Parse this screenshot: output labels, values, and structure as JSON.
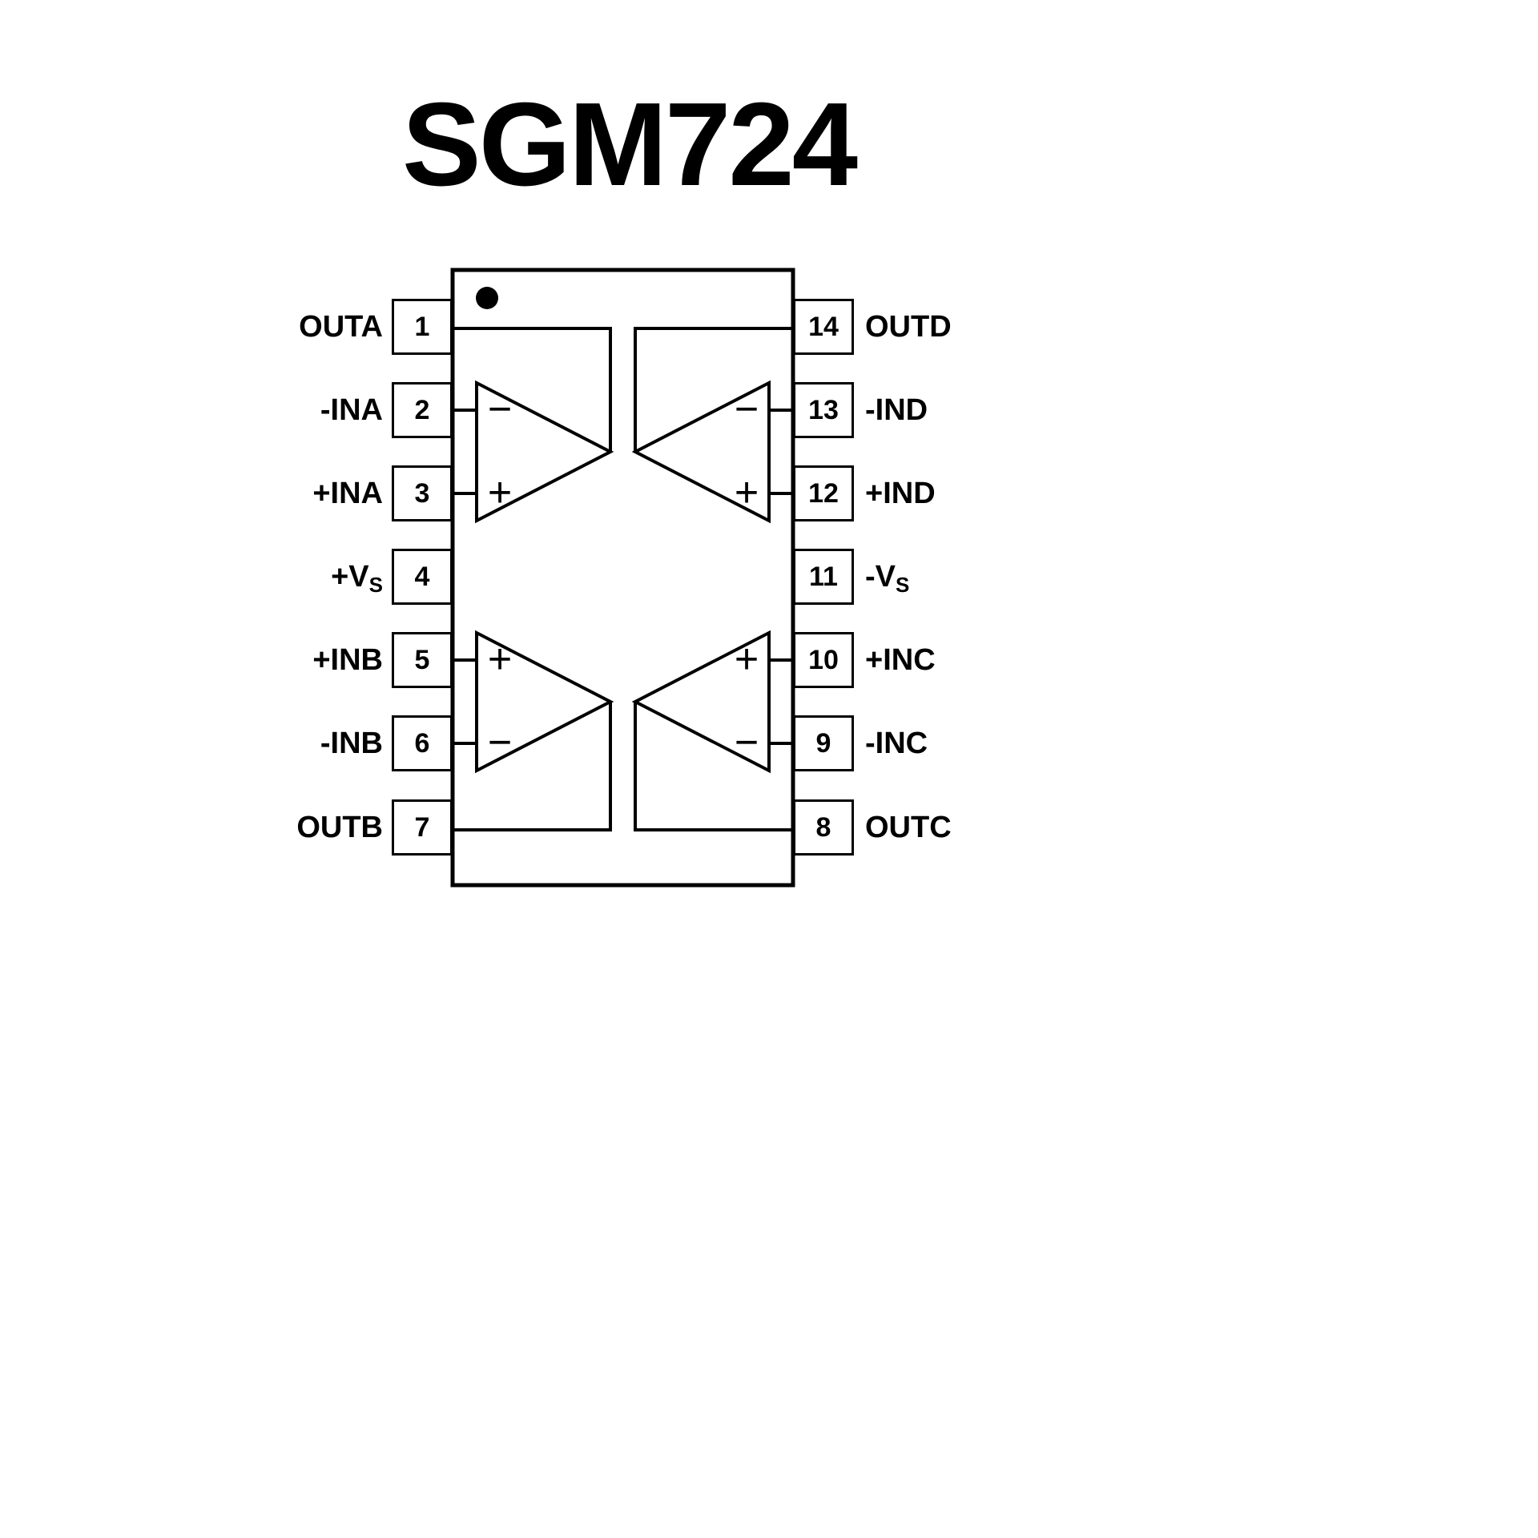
{
  "title": "SGM724",
  "colors": {
    "line": "#000000",
    "background": "#ffffff"
  },
  "chip": {
    "package_pin_count": "14",
    "left_pins": [
      {
        "number": "1",
        "label": "OUTA",
        "sub": ""
      },
      {
        "number": "2",
        "label": "-INA",
        "sub": ""
      },
      {
        "number": "3",
        "label": "+INA",
        "sub": ""
      },
      {
        "number": "4",
        "label": "+V",
        "sub": "S"
      },
      {
        "number": "5",
        "label": "+INB",
        "sub": ""
      },
      {
        "number": "6",
        "label": "-INB",
        "sub": ""
      },
      {
        "number": "7",
        "label": "OUTB",
        "sub": ""
      }
    ],
    "right_pins": [
      {
        "number": "14",
        "label": "OUTD",
        "sub": ""
      },
      {
        "number": "13",
        "label": "-IND",
        "sub": ""
      },
      {
        "number": "12",
        "label": "+IND",
        "sub": ""
      },
      {
        "number": "11",
        "label": "-V",
        "sub": "S"
      },
      {
        "number": "10",
        "label": "+INC",
        "sub": ""
      },
      {
        "number": "9",
        "label": "-INC",
        "sub": ""
      },
      {
        "number": "8",
        "label": "OUTC",
        "sub": ""
      }
    ],
    "opamps": [
      {
        "name": "A",
        "position": "top-left",
        "top_sign": "−",
        "bottom_sign": "+"
      },
      {
        "name": "D",
        "position": "top-right",
        "top_sign": "−",
        "bottom_sign": "+"
      },
      {
        "name": "B",
        "position": "bottom-left",
        "top_sign": "+",
        "bottom_sign": "−"
      },
      {
        "name": "C",
        "position": "bottom-right",
        "top_sign": "+",
        "bottom_sign": "−"
      }
    ]
  }
}
